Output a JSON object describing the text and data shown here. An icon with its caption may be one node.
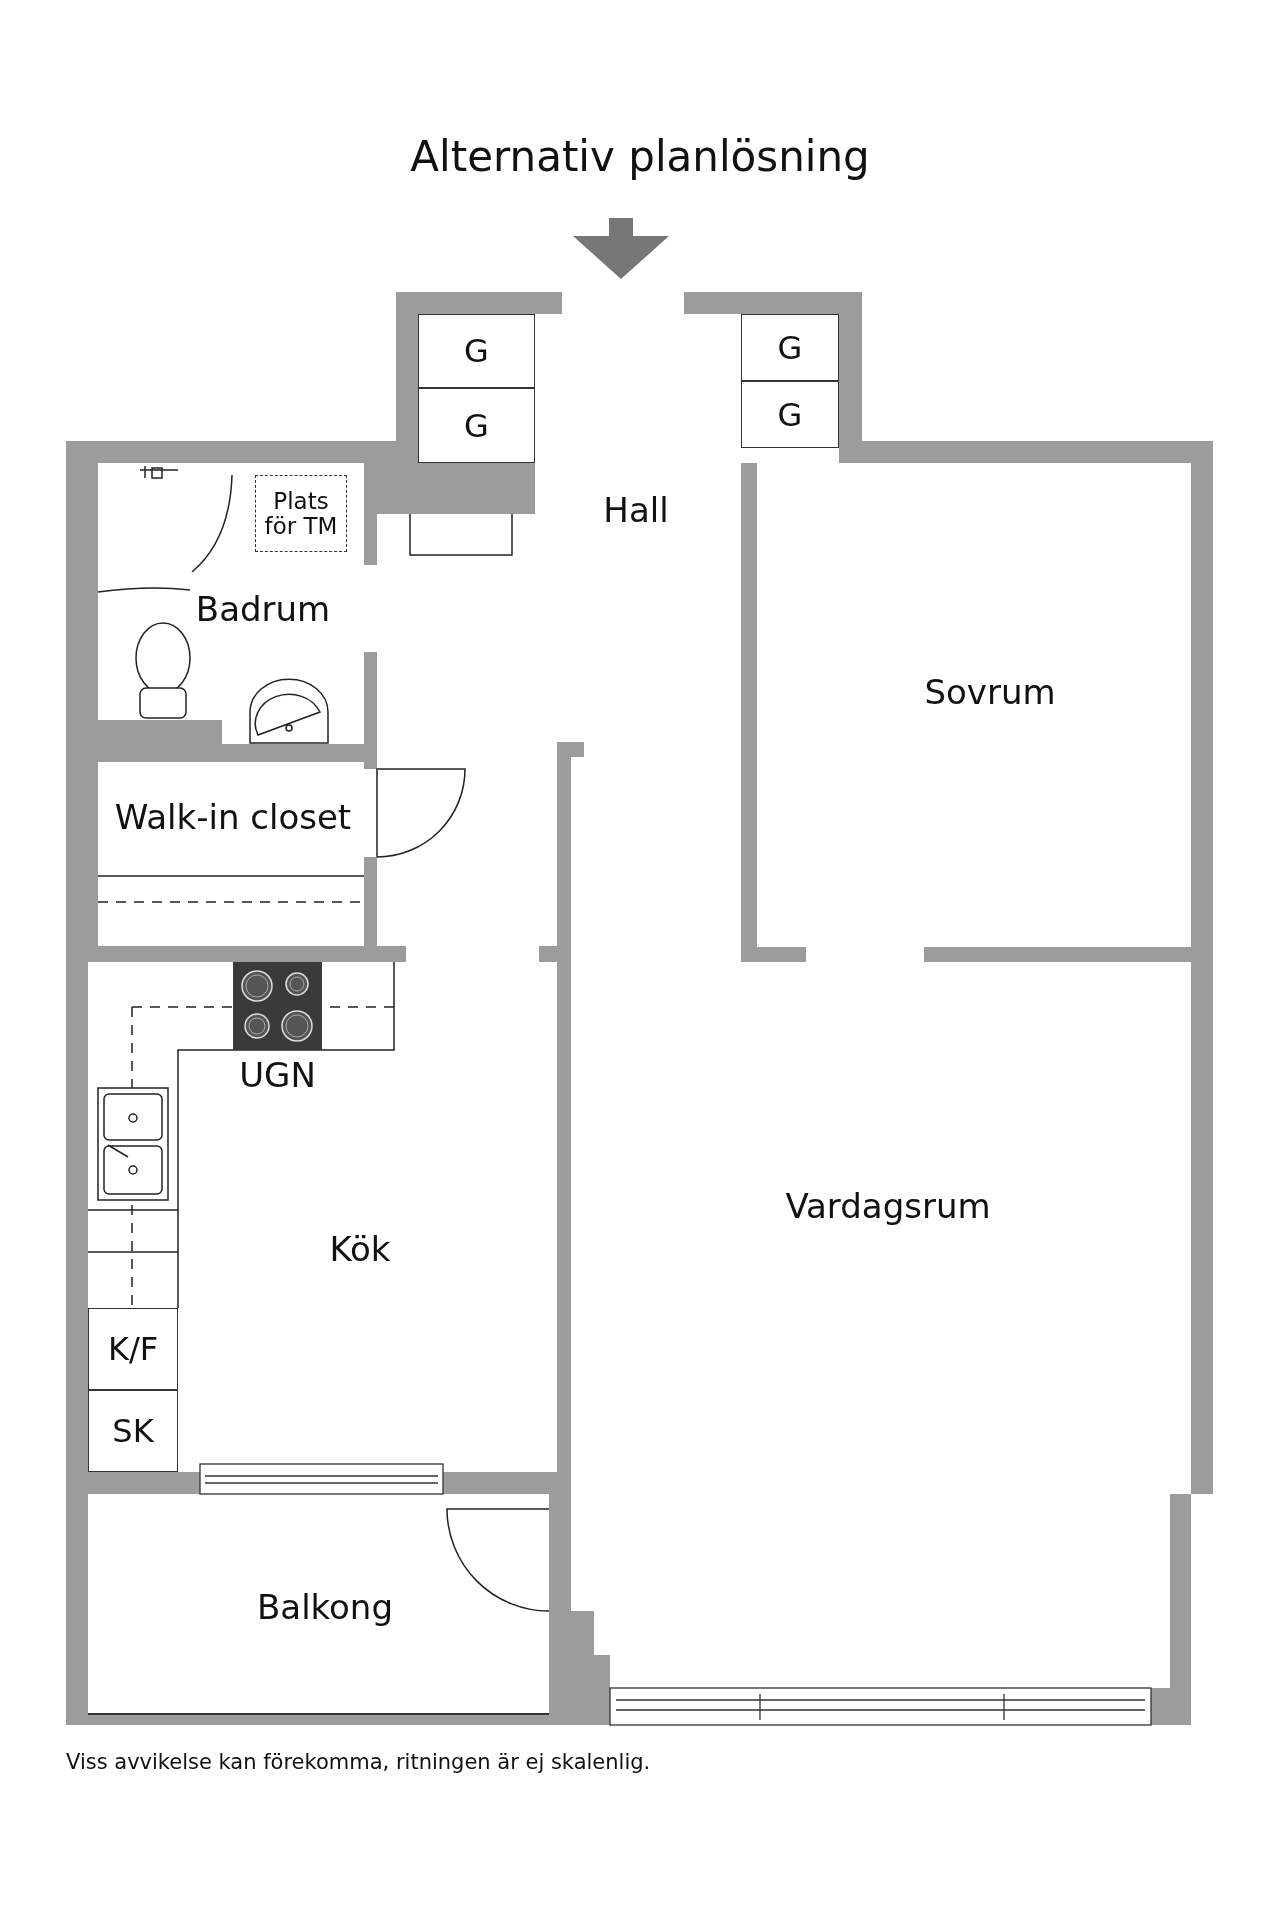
{
  "diagram": {
    "title": "Alternativ planlösning",
    "caption": "Viss avvikelse kan förekomma, ritningen är ej skalenlig.",
    "nodes": [
      {
        "text": [
          "Hall"
        ]
      },
      {
        "text": [
          "G"
        ]
      },
      {
        "text": [
          "G"
        ]
      },
      {
        "text": [
          "G"
        ]
      },
      {
        "text": [
          "G"
        ]
      },
      {
        "text": [
          "Badrum"
        ]
      },
      {
        "text": [
          "Plats för TM"
        ],
        "in": 5
      },
      {
        "text": [
          "Walk-in closet"
        ]
      },
      {
        "text": [
          "Sovrum"
        ]
      },
      {
        "text": [
          "Kök"
        ]
      },
      {
        "text": [
          "UGN"
        ],
        "in": 9
      },
      {
        "text": [
          "K/F"
        ],
        "in": 9
      },
      {
        "text": [
          "SK"
        ],
        "in": 9
      },
      {
        "text": [
          "Vardagsrum"
        ]
      },
      {
        "text": [
          "Balkong"
        ]
      }
    ]
  }
}
